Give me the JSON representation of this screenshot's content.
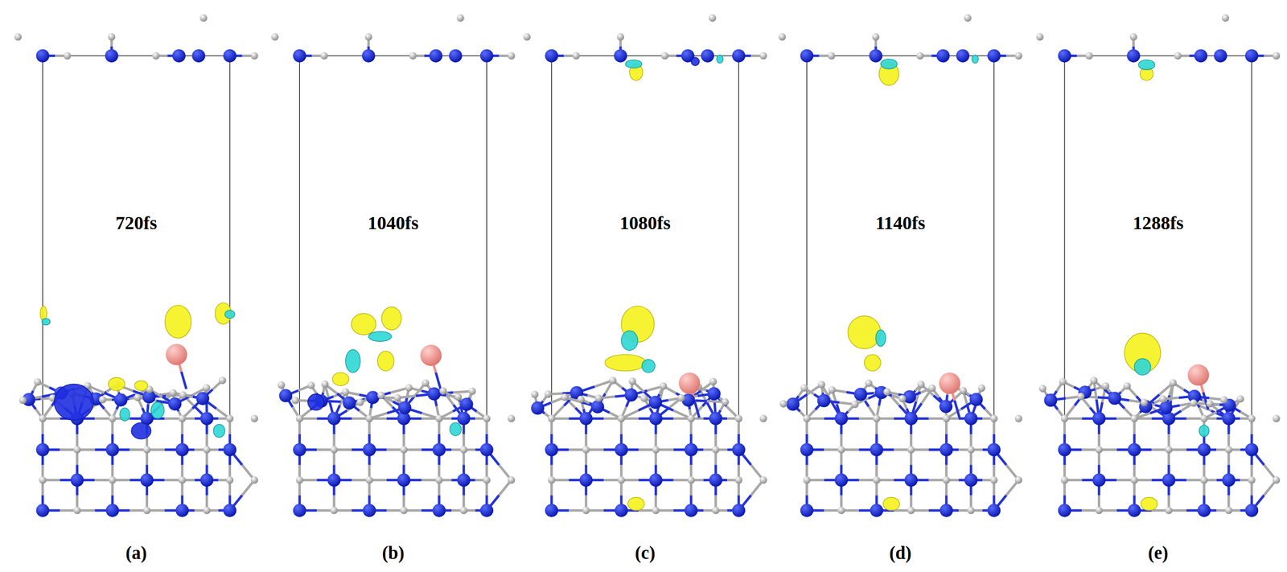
{
  "diagram": {
    "labels": [
      "720fs",
      "1040fs",
      "1080fs",
      "1140fs",
      "1288fs",
      "(a)",
      "(b)",
      "(c)",
      "(d)",
      "(e)"
    ]
  }
}
